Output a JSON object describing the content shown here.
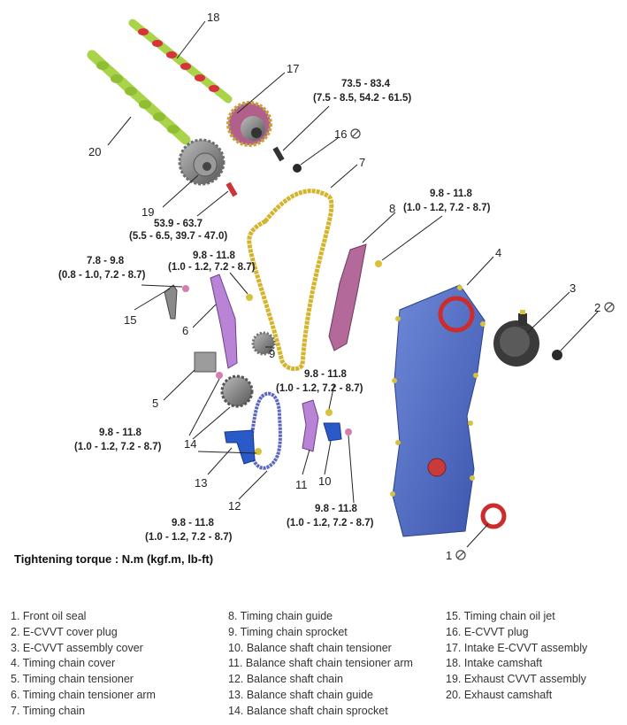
{
  "callouts": {
    "c1": "1",
    "c2": "2",
    "c3": "3",
    "c4": "4",
    "c5": "5",
    "c6": "6",
    "c7": "7",
    "c8": "8",
    "c9": "9",
    "c10": "10",
    "c11": "11",
    "c12": "12",
    "c13": "13",
    "c14": "14",
    "c15": "15",
    "c16": "16",
    "c17": "17",
    "c18": "18",
    "c19": "19",
    "c20": "20"
  },
  "torques": {
    "t17": [
      "73.5 - 83.4",
      "(7.5 - 8.5, 54.2 - 61.5)"
    ],
    "t19": [
      "53.9 - 63.7",
      "(5.5 - 6.5, 39.7 - 47.0)"
    ],
    "t8": [
      "9.8 - 11.8",
      "(1.0 - 1.2, 7.2 - 8.7)"
    ],
    "t15": [
      "7.8 - 9.8",
      "(0.8 - 1.0, 7.2 - 8.7)"
    ],
    "t6": [
      "9.8 - 11.8",
      "(1.0 - 1.2, 7.2 - 8.7)"
    ],
    "t11": [
      "9.8 - 11.8",
      "(1.0 - 1.2, 7.2 - 8.7)"
    ],
    "t5": [
      "9.8 - 11.8",
      "(1.0 - 1.2, 7.2 - 8.7)"
    ],
    "t10": [
      "9.8 - 11.8",
      "(1.0 - 1.2, 7.2 - 8.7)"
    ],
    "t13": [
      "9.8 - 11.8",
      "(1.0 - 1.2, 7.2 - 8.7)"
    ]
  },
  "torque_note": "Tightening torque : N.m (kgf.m, lb-ft)",
  "legend": [
    [
      "1. Front oil seal",
      "2. E-CVVT cover plug",
      "3. E-CVVT assembly cover",
      "4. Timing chain cover",
      "5. Timing chain tensioner",
      "6. Timing chain tensioner arm",
      "7. Timing chain"
    ],
    [
      "8. Timing chain guide",
      "9. Timing chain sprocket",
      "10. Balance shaft chain tensioner",
      "11. Balance shaft chain tensioner arm",
      "12. Balance shaft chain",
      "13. Balance shaft chain guide",
      "14. Balance shaft chain sprocket"
    ],
    [
      "15. Timing chain oil jet",
      "16. E-CVVT plug",
      "17. Intake E-CVVT assembly",
      "18. Intake camshaft",
      "19. Exhaust CVVT assembly",
      "20. Exhaust camshaft"
    ]
  ],
  "colors": {
    "camshaft": "#a9d44a",
    "cam_lobe": "#d6333a",
    "chain": "#d4b42c",
    "cover": "#5470c8",
    "guide": "#b36a9a",
    "tensioner_arm": "#b984d6",
    "bs_guide": "#2a59c8",
    "gear": "#8a8a8a",
    "seal": "#cc2c2c",
    "bolt": "#d8c23a"
  }
}
